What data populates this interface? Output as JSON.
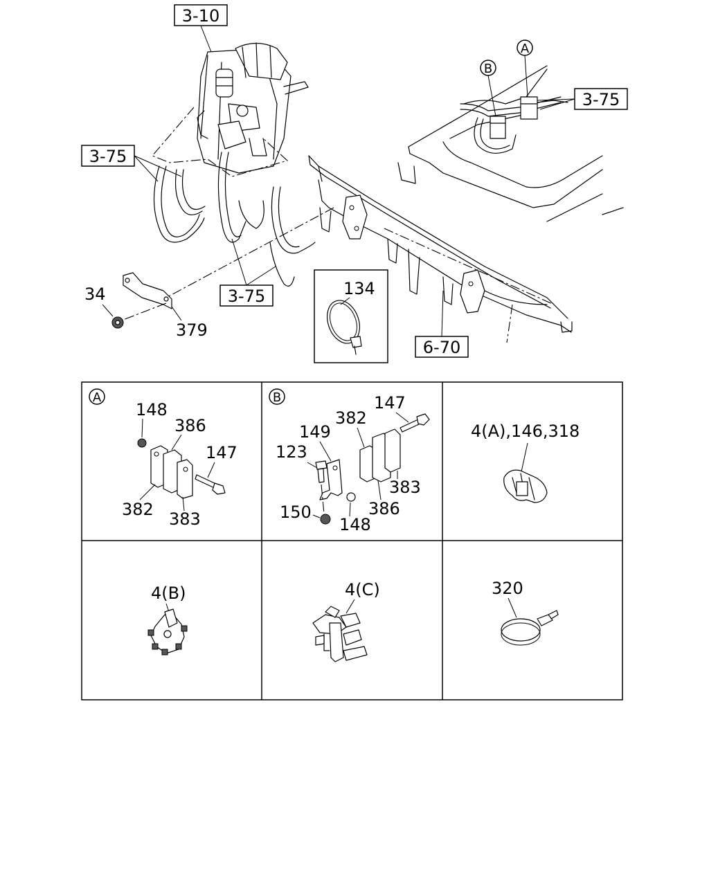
{
  "refs": {
    "ref_3_10": "3-10",
    "ref_3_75_right": "3-75",
    "ref_3_75_left": "3-75",
    "ref_3_75_bottom": "3-75",
    "ref_6_70": "6-70"
  },
  "callouts": {
    "circle_a": "A",
    "circle_b": "B"
  },
  "labels": {
    "p34": "34",
    "p379": "379",
    "p134": "134"
  },
  "detail_grid": {
    "cell_a": {
      "marker": "A",
      "labels": [
        "148",
        "386",
        "147",
        "382",
        "383"
      ]
    },
    "cell_b": {
      "marker": "B",
      "labels": [
        "147",
        "382",
        "149",
        "123",
        "383",
        "386",
        "150",
        "148"
      ]
    },
    "cell_c": {
      "labels": [
        "4(A),146,318"
      ]
    },
    "cell_d": {
      "labels": [
        "4(B)"
      ]
    },
    "cell_e": {
      "labels": [
        "4(C)"
      ]
    },
    "cell_f": {
      "labels": [
        "320"
      ]
    }
  }
}
